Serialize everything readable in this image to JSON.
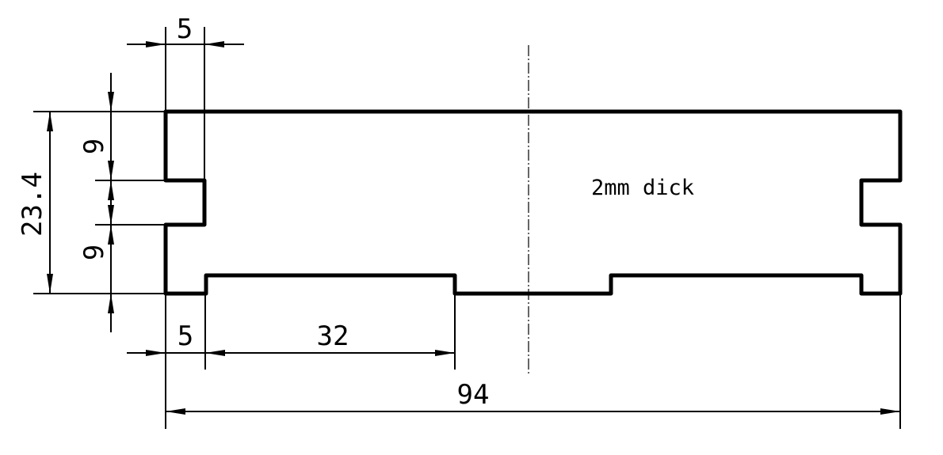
{
  "drawing": {
    "note": "2mm dick",
    "stroke_color": "#000000",
    "background_color": "#ffffff"
  },
  "dimensions": {
    "top_tab_width": "5",
    "total_height": "23.4",
    "upper_segment_height": "9",
    "lower_segment_height": "9",
    "bottom_offset": "5",
    "bottom_slot_width": "32",
    "total_width": "94"
  }
}
